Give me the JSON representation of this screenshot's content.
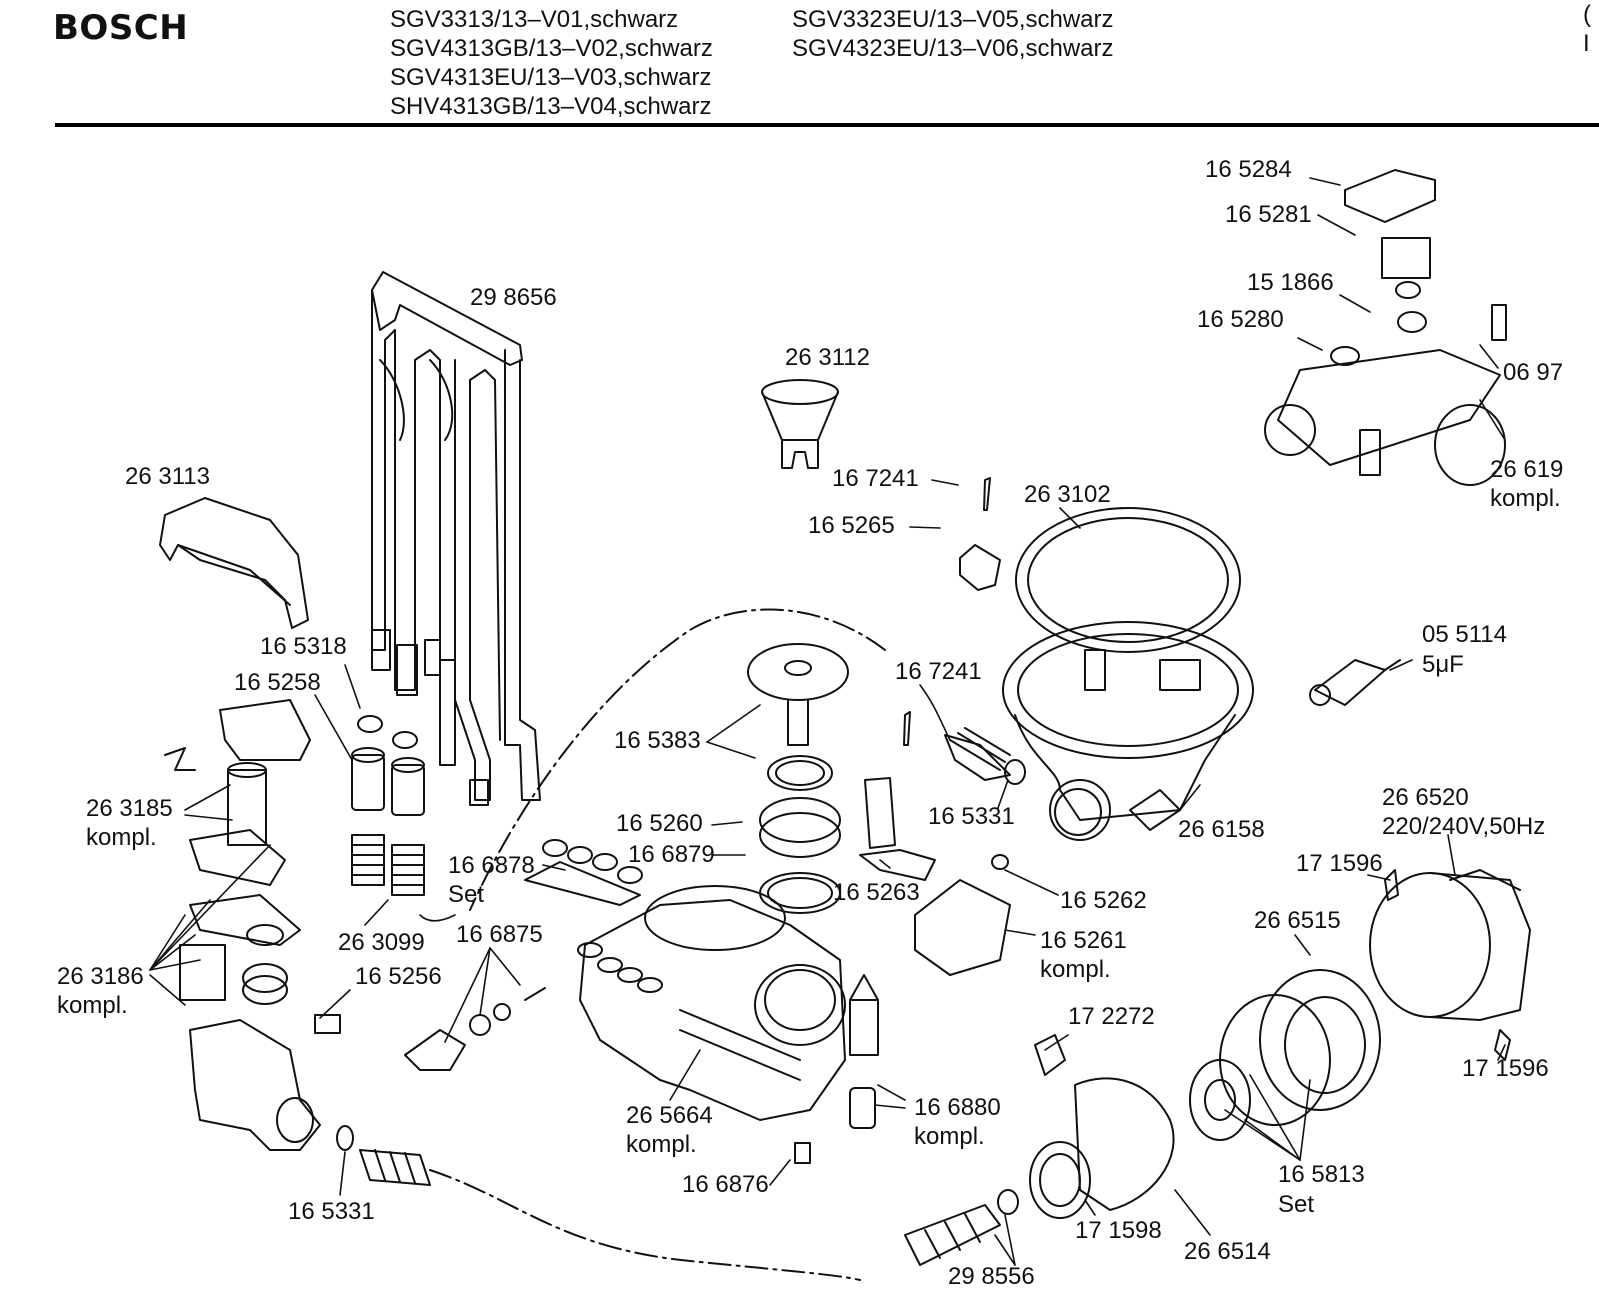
{
  "header": {
    "brand": "BOSCH",
    "models_col1": [
      "SGV3313/13–V01,schwarz",
      "SGV4313GB/13–V02,schwarz",
      "SGV4313EU/13–V03,schwarz",
      "SHV4313GB/13–V04,schwarz"
    ],
    "models_col2": [
      "SGV3323EU/13–V05,schwarz",
      "SGV4323EU/13–V06,schwarz"
    ],
    "corner_partial": [
      "(",
      "I"
    ]
  },
  "parts": {
    "p165284": "16 5284",
    "p165281": "16 5281",
    "p151866": "15 1866",
    "p165280": "16 5280",
    "p0697": "06 97",
    "p26619": "26 619",
    "p26619b": "kompl.",
    "p298656": "29 8656",
    "p263112": "26 3112",
    "p263113": "26 3113",
    "p167241a": "16 7241",
    "p165265": "16 5265",
    "p263102": "26 3102",
    "p165318": "16 5318",
    "p165258": "16 5258",
    "p167241b": "16 7241",
    "p055114": "05 5114",
    "p055114b": "5μF",
    "p165383": "16 5383",
    "p263185": "26 3185",
    "p263185b": "kompl.",
    "p165331a": "16 5331",
    "p266158": "26 6158",
    "p165260": "16 5260",
    "p266520": "26 6520",
    "p266520b": "220/240V,50Hz",
    "p166878": "16 6878",
    "p166878b": "Set",
    "p166879": "16 6879",
    "p171596a": "17 1596",
    "p165263": "16 5263",
    "p165262": "16 5262",
    "p266515": "26 6515",
    "p263099": "26 3099",
    "p166875": "16 6875",
    "p165261": "16 5261",
    "p165261b": "kompl.",
    "p263186": "26 3186",
    "p263186b": "kompl.",
    "p165256": "16 5256",
    "p172272": "17 2272",
    "p171596b": "17 1596",
    "p265664": "26 5664",
    "p265664b": "kompl.",
    "p166880": "16 6880",
    "p166880b": "kompl.",
    "p166876": "16 6876",
    "p165813": "16 5813",
    "p165813b": "Set",
    "p165331b": "16 5331",
    "p171598": "17 1598",
    "p266514": "26 6514",
    "p298556": "29 8556"
  }
}
